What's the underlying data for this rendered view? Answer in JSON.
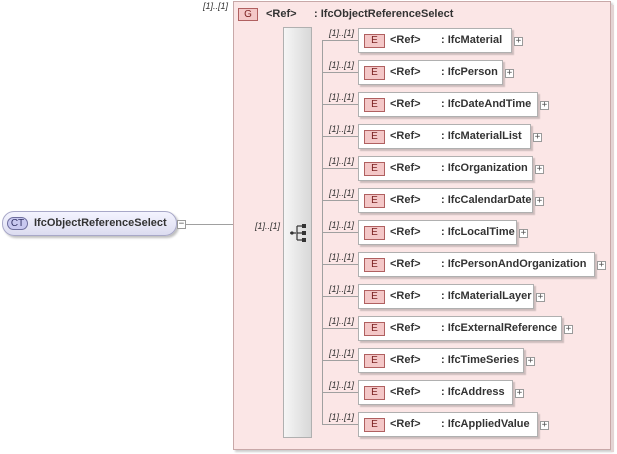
{
  "root": {
    "badge": "CT",
    "name": "IfcObjectReferenceSelect",
    "toggle": "−"
  },
  "group": {
    "badge": "G",
    "ref": "<Ref>",
    "type": ": IfcObjectReferenceSelect",
    "cardinality": "[1]..[1]"
  },
  "choice": {
    "cardinality": "[1]..[1]"
  },
  "elements": [
    {
      "badge": "E",
      "cardinality": "[1]..[1]",
      "ref": "<Ref>",
      "type": ": IfcMaterial",
      "toggle": "+"
    },
    {
      "badge": "E",
      "cardinality": "[1]..[1]",
      "ref": "<Ref>",
      "type": ": IfcPerson",
      "toggle": "+"
    },
    {
      "badge": "E",
      "cardinality": "[1]..[1]",
      "ref": "<Ref>",
      "type": ": IfcDateAndTime",
      "toggle": "+"
    },
    {
      "badge": "E",
      "cardinality": "[1]..[1]",
      "ref": "<Ref>",
      "type": ": IfcMaterialList",
      "toggle": "+"
    },
    {
      "badge": "E",
      "cardinality": "[1]..[1]",
      "ref": "<Ref>",
      "type": ": IfcOrganization",
      "toggle": "+"
    },
    {
      "badge": "E",
      "cardinality": "[1]..[1]",
      "ref": "<Ref>",
      "type": ": IfcCalendarDate",
      "toggle": "+"
    },
    {
      "badge": "E",
      "cardinality": "[1]..[1]",
      "ref": "<Ref>",
      "type": ": IfcLocalTime",
      "toggle": "+"
    },
    {
      "badge": "E",
      "cardinality": "[1]..[1]",
      "ref": "<Ref>",
      "type": ": IfcPersonAndOrganization",
      "toggle": "+"
    },
    {
      "badge": "E",
      "cardinality": "[1]..[1]",
      "ref": "<Ref>",
      "type": ": IfcMaterialLayer",
      "toggle": "+"
    },
    {
      "badge": "E",
      "cardinality": "[1]..[1]",
      "ref": "<Ref>",
      "type": ": IfcExternalReference",
      "toggle": "+"
    },
    {
      "badge": "E",
      "cardinality": "[1]..[1]",
      "ref": "<Ref>",
      "type": ": IfcTimeSeries",
      "toggle": "+"
    },
    {
      "badge": "E",
      "cardinality": "[1]..[1]",
      "ref": "<Ref>",
      "type": ": IfcAddress",
      "toggle": "+"
    },
    {
      "badge": "E",
      "cardinality": "[1]..[1]",
      "ref": "<Ref>",
      "type": ": IfcAppliedValue",
      "toggle": "+"
    }
  ],
  "colors": {
    "group_fill": "#fbe6e6",
    "badge_fill": "#f4c8c8",
    "ct_fill": "#dcdcf0"
  }
}
